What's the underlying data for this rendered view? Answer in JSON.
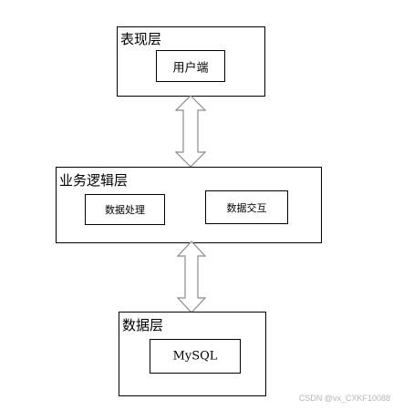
{
  "layers": {
    "presentation": {
      "title": "表现层",
      "client": "用户端"
    },
    "logic": {
      "title": "业务逻辑层",
      "processing": "数据处理",
      "interaction": "数据交互"
    },
    "data": {
      "title": "数据层",
      "db": "MySQL"
    }
  },
  "watermark": "CSDN @vx_CXKF10088",
  "colors": {
    "line": "#000000",
    "arrow_stroke": "#8a8a8a",
    "arrow_fill": "#ffffff",
    "watermark": "#b5b5b5"
  }
}
